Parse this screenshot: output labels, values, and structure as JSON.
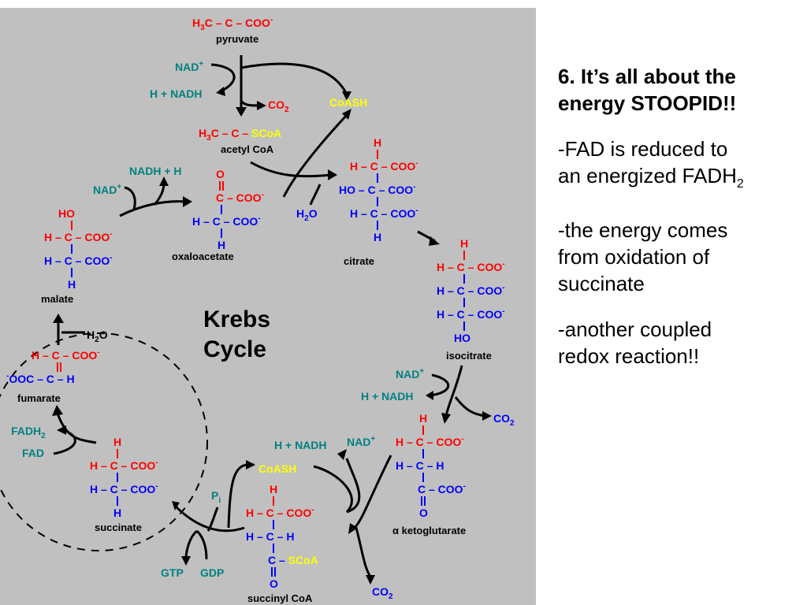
{
  "diagram": {
    "title_line1": "Krebs",
    "title_line2": "Cycle",
    "compounds": {
      "pyruvate": "pyruvate",
      "acetyl_coa": "acetyl CoA",
      "citrate": "citrate",
      "isocitrate": "isocitrate",
      "alpha_kg": "α ketoglutarate",
      "succinyl_coa": "succinyl CoA",
      "succinate": "succinate",
      "fumarate": "fumarate",
      "malate": "malate",
      "oxaloacetate": "oxaloacetate"
    },
    "cofactors": {
      "nad_plus": "NAD",
      "h_nadh": "H + NADH",
      "nadh_h": "NADH + H",
      "co2": "CO",
      "coash": "CoASH",
      "h2o": "H",
      "fadh2": "FADH",
      "fad": "FAD",
      "gtp": "GTP",
      "gdp": "GDP",
      "pi": "P"
    },
    "colors": {
      "carbon": "#ff0000",
      "skeleton": "#0000ff",
      "cofactor": "#008080",
      "coa": "#ffff00",
      "background": "#c0c0c0"
    }
  },
  "slide": {
    "heading_line1": "6. It’s all about the",
    "heading_line2": "energy STOOPID!!",
    "bullet1_line1": "-FAD is reduced to",
    "bullet1_line2": "an energized FADH",
    "bullet1_sub": "2",
    "bullet2_line1": "-the energy comes",
    "bullet2_line2": "from oxidation of",
    "bullet2_line3": "succinate",
    "bullet3_line1": "-another coupled",
    "bullet3_line2": "redox reaction!!"
  }
}
